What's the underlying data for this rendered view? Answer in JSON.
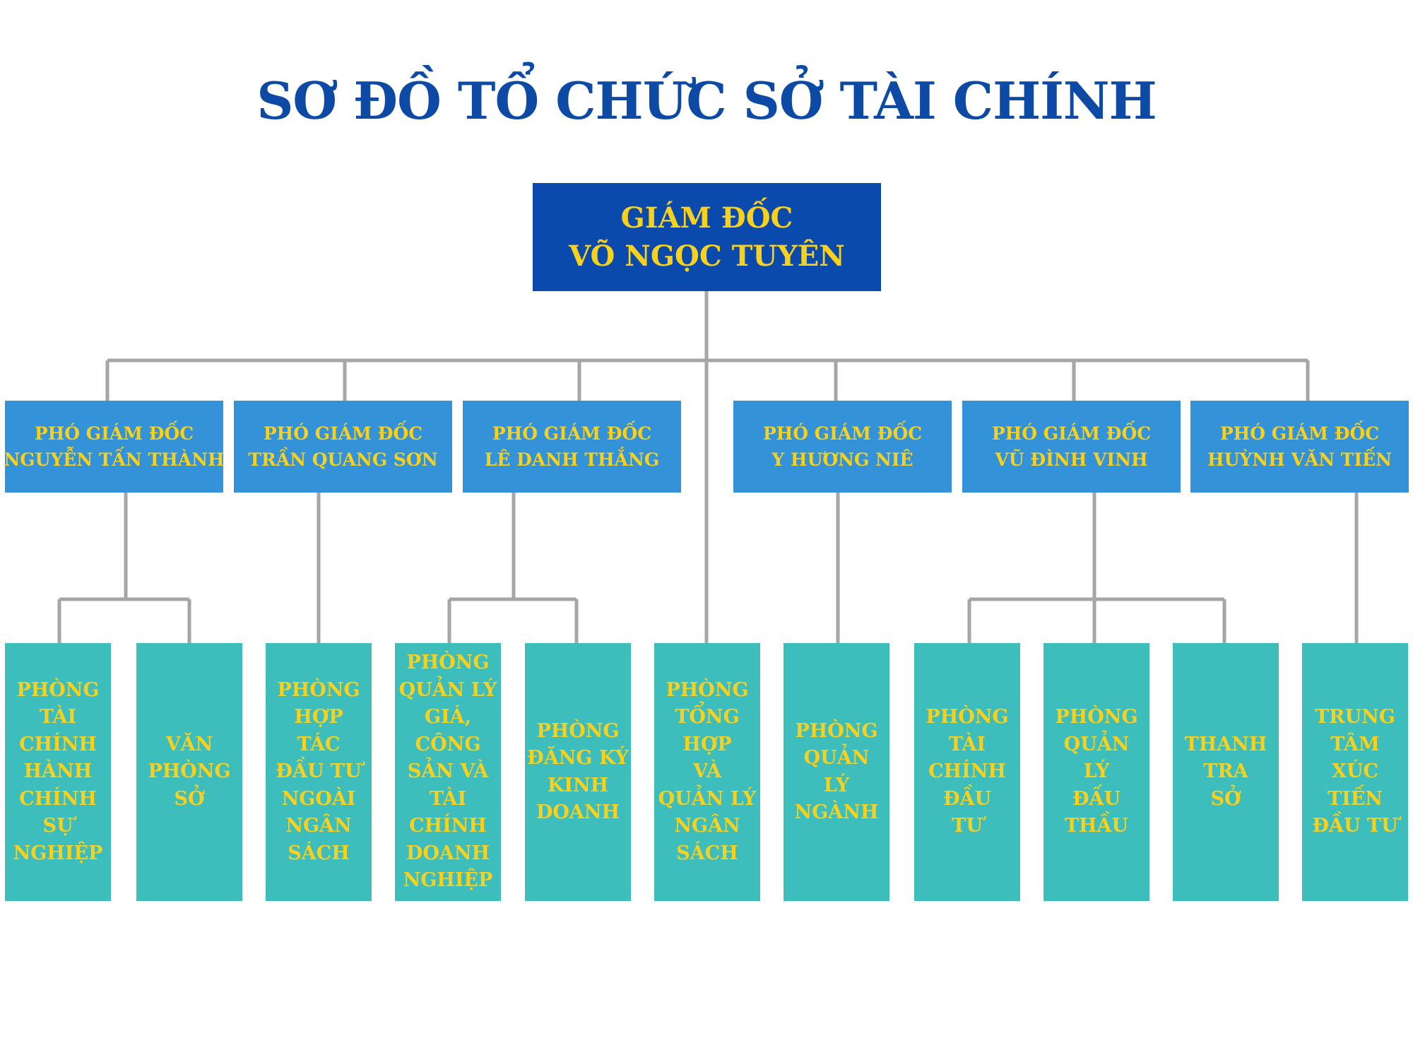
{
  "title": "SƠ ĐỒ TỔ CHỨC SỞ TÀI CHÍNH",
  "director": {
    "role": "GIÁM ĐỐC",
    "name": "VÕ NGỌC TUYÊN"
  },
  "deputies": [
    {
      "role": "PHÓ GIÁM ĐỐC",
      "name": "NGUYỄN TẤN THÀNH"
    },
    {
      "role": "PHÓ GIÁM ĐỐC",
      "name": "TRẦN QUANG SƠN"
    },
    {
      "role": "PHÓ GIÁM ĐỐC",
      "name": "LÊ DANH THẮNG"
    },
    {
      "role": "PHÓ GIÁM ĐỐC",
      "name": "Y HƯƠNG NIÊ"
    },
    {
      "role": "PHÓ GIÁM ĐỐC",
      "name": "VŨ ĐÌNH VINH"
    },
    {
      "role": "PHÓ GIÁM ĐỐC",
      "name": "HUỲNH VĂN TIẾN"
    }
  ],
  "departments": [
    {
      "lines": [
        "PHÒNG",
        "TÀI",
        "CHÍNH",
        "HÀNH",
        "CHÍNH",
        "SỰ",
        "NGHIỆP"
      ]
    },
    {
      "lines": [
        "VĂN",
        "PHÒNG",
        "SỞ"
      ]
    },
    {
      "lines": [
        "PHÒNG",
        "HỢP",
        "TÁC",
        "ĐẦU TƯ",
        "NGOÀI",
        "NGÂN",
        "SÁCH"
      ]
    },
    {
      "lines": [
        "PHÒNG",
        "QUẢN LÝ",
        "GIÁ,",
        "CÔNG",
        "SẢN VÀ",
        "TÀI",
        "CHÍNH",
        "DOANH",
        "NGHIỆP"
      ]
    },
    {
      "lines": [
        "PHÒNG",
        "ĐĂNG KÝ",
        "KINH",
        "DOANH"
      ]
    },
    {
      "lines": [
        "PHÒNG",
        "TỔNG",
        "HỢP",
        "VÀ",
        "QUẢN LÝ",
        "NGÂN",
        "SÁCH"
      ]
    },
    {
      "lines": [
        "PHÒNG",
        "QUẢN",
        "LÝ",
        "NGÀNH"
      ]
    },
    {
      "lines": [
        "PHÒNG",
        "TÀI",
        "CHÍNH",
        "ĐẦU",
        "TƯ"
      ]
    },
    {
      "lines": [
        "PHÒNG",
        "QUẢN",
        "LÝ",
        "ĐẤU",
        "THẦU"
      ]
    },
    {
      "lines": [
        "THANH",
        "TRA",
        "SỞ"
      ]
    },
    {
      "lines": [
        "TRUNG",
        "TÂM",
        "XÚC",
        "TIẾN",
        "ĐẦU TƯ"
      ]
    }
  ],
  "colors": {
    "title": "#0c4aa6",
    "director_fill": "#0a4aac",
    "deputy_fill": "#3492d8",
    "department_fill": "#3dbdbb",
    "box_text": "#f7d11e",
    "connector": "#a6a6a6"
  }
}
